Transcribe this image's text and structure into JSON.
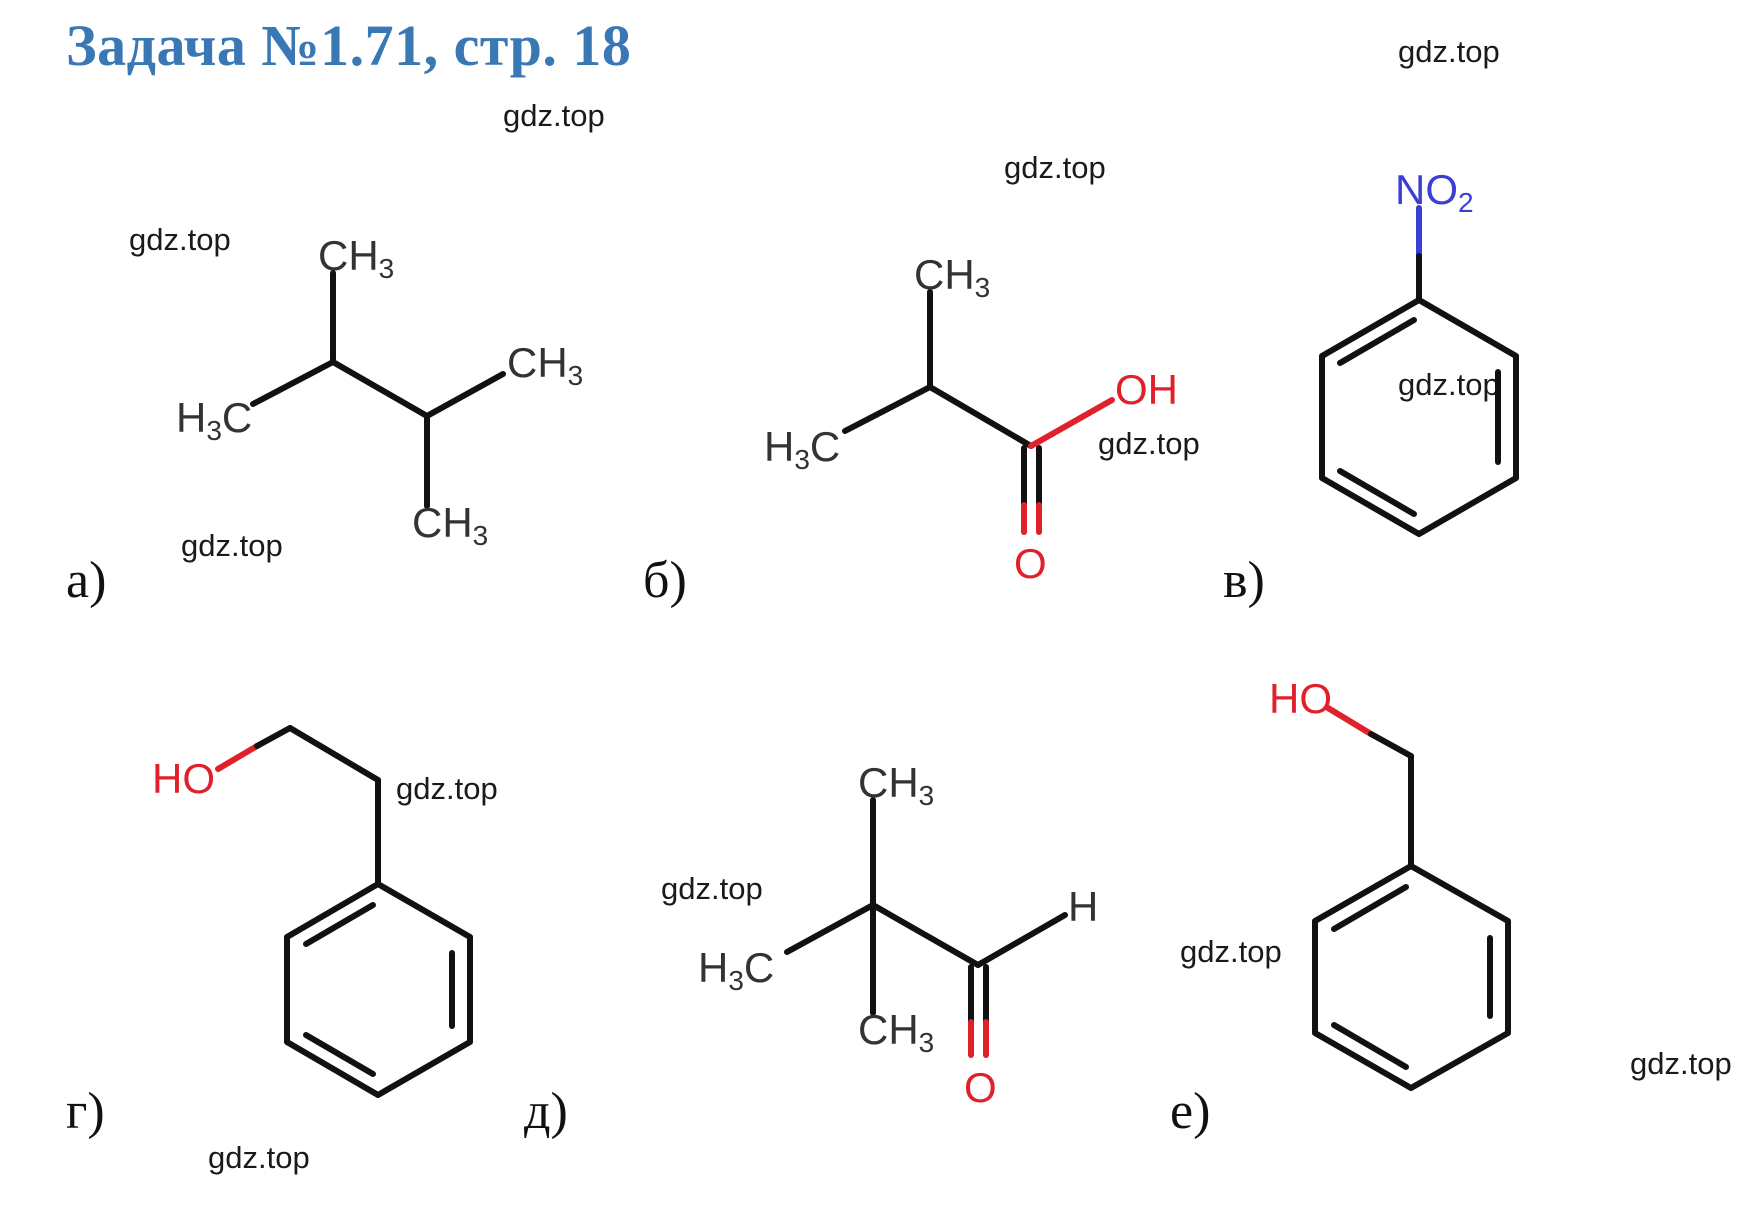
{
  "title": "Задача №1.71, стр. 18",
  "watermark": "gdz.top",
  "labels": {
    "a": "а)",
    "b": "б)",
    "v": "в)",
    "g": "г)",
    "d": "д)",
    "e": "е)"
  },
  "atoms": {
    "ch": "CH",
    "h3c_h": "H",
    "h3c_c": "C",
    "three": "3",
    "two": "2",
    "oh": "OH",
    "ho": "HO",
    "o": "O",
    "h": "H",
    "n": "NO"
  },
  "colors": {
    "title": "#3a78b5",
    "bond": "#111111",
    "oxygen": "#e0202a",
    "nitrogen": "#3c3fd6"
  }
}
